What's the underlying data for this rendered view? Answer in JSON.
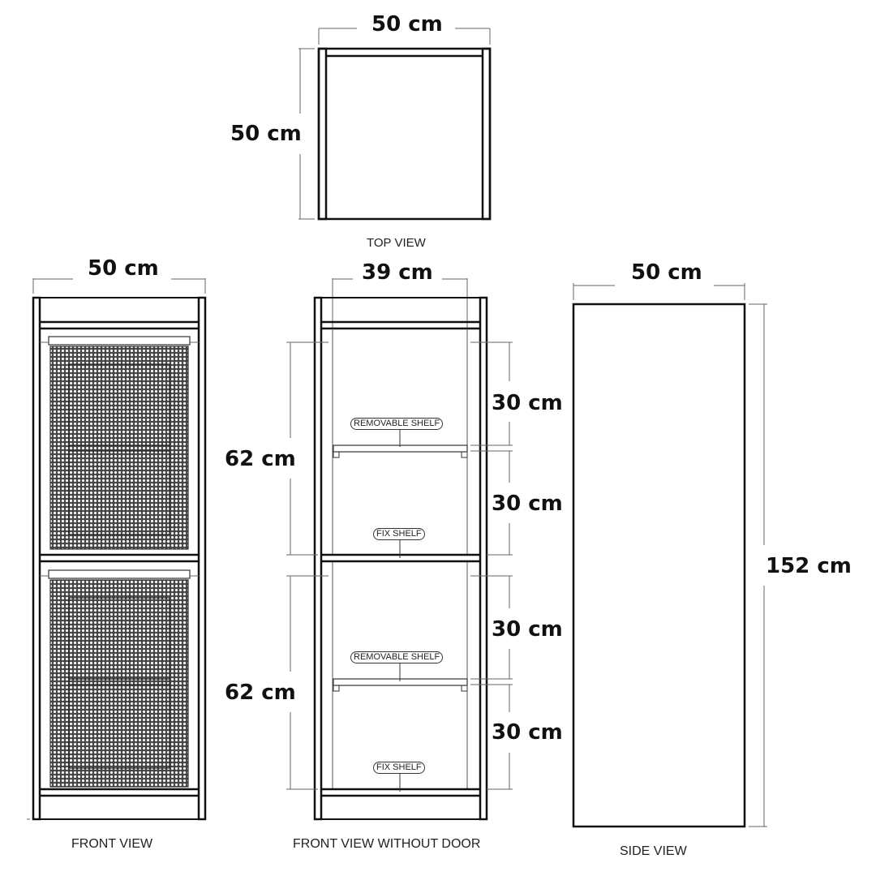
{
  "top_view": {
    "caption": "TOP VIEW",
    "width_label": "50 cm",
    "depth_label": "50 cm"
  },
  "front_view": {
    "caption": "FRONT VIEW",
    "width_label": "50 cm"
  },
  "front_view_without_door": {
    "caption": "FRONT VIEW WITHOUT DOOR",
    "inner_width_label": "39 cm",
    "upper_compartment_label": "62 cm",
    "lower_compartment_label": "62 cm",
    "shelf_gaps": [
      "30 cm",
      "30 cm",
      "30 cm",
      "30 cm"
    ],
    "tags": {
      "upper_removable": "REMOVABLE SHELF",
      "upper_fix": "FIX SHELF",
      "lower_removable": "REMOVABLE SHELF",
      "lower_fix": "FIX SHELF"
    }
  },
  "side_view": {
    "caption": "SIDE VIEW",
    "depth_label": "50 cm",
    "height_label": "152 cm"
  },
  "colors": {
    "line": "#111111",
    "dim_line": "#666666",
    "mesh": "#555555",
    "background": "#ffffff"
  }
}
